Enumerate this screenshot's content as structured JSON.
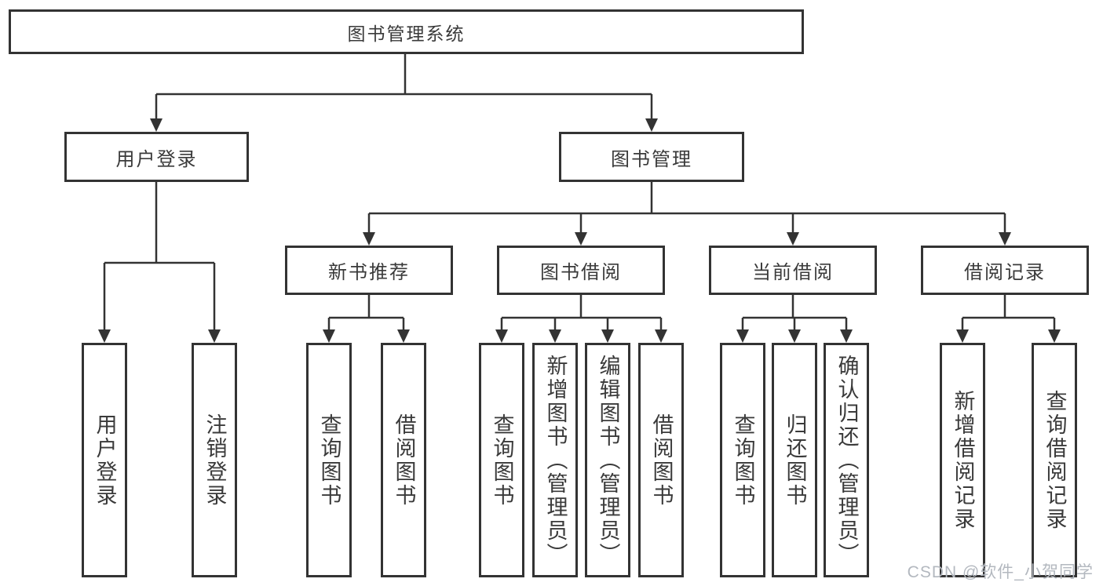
{
  "diagram_title": "图书管理系统",
  "tree": {
    "root": "图书管理系统",
    "children": [
      {
        "label": "用户登录",
        "children": [
          {
            "label": "用户登录"
          },
          {
            "label": "注销登录"
          }
        ]
      },
      {
        "label": "图书管理",
        "children": [
          {
            "label": "新书推荐",
            "children": [
              {
                "label": "查询图书"
              },
              {
                "label": "借阅图书"
              }
            ]
          },
          {
            "label": "图书借阅",
            "children": [
              {
                "label": "查询图书"
              },
              {
                "label": "新增图书（管理员）"
              },
              {
                "label": "编辑图书（管理员）"
              },
              {
                "label": "借阅图书"
              }
            ]
          },
          {
            "label": "当前借阅",
            "children": [
              {
                "label": "查询图书"
              },
              {
                "label": "归还图书"
              },
              {
                "label": "确认归还（管理员）"
              }
            ]
          },
          {
            "label": "借阅记录",
            "children": [
              {
                "label": "新增借阅记录"
              },
              {
                "label": "查询借阅记录"
              }
            ]
          }
        ]
      }
    ]
  },
  "watermark": "CSDN @软件_小贺同学",
  "colors": {
    "line": "#333333",
    "box_border": "#333333",
    "text": "#3a3a3a",
    "background": "#ffffff",
    "watermark": "#b3b8bf"
  }
}
